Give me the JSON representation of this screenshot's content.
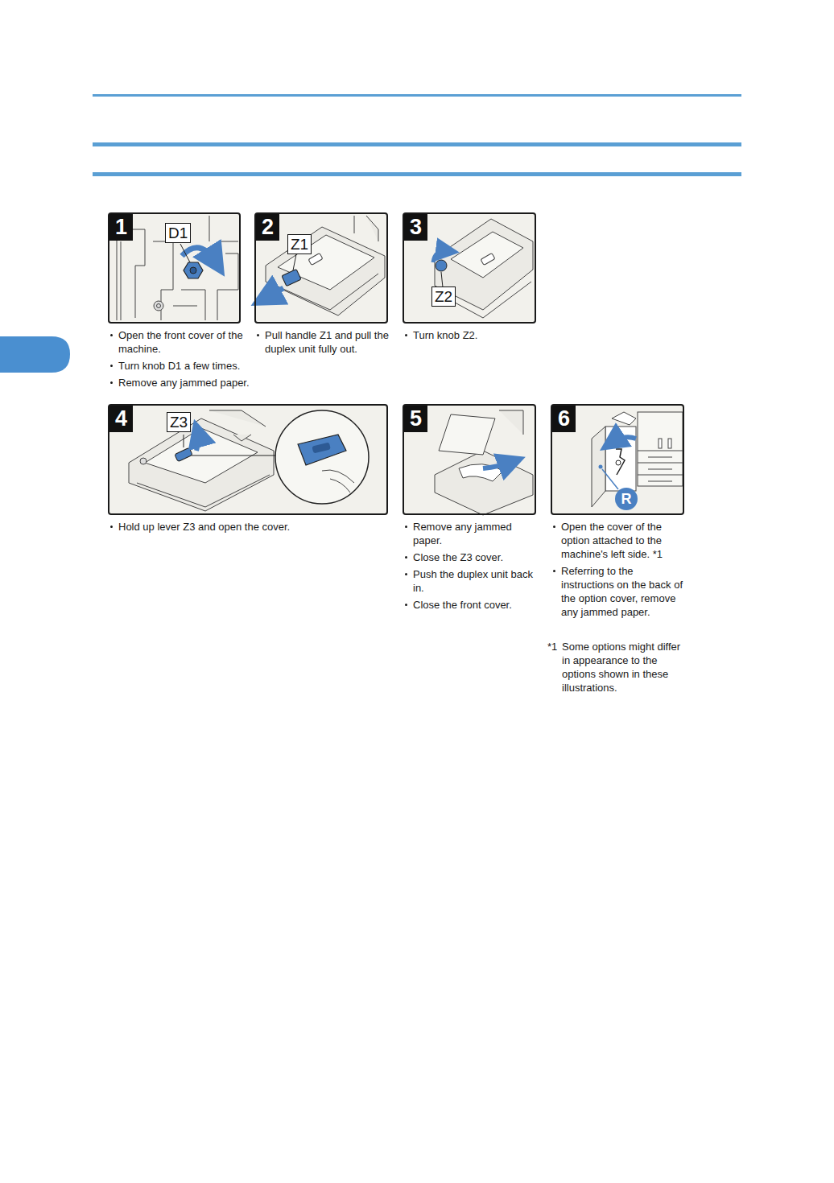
{
  "diagram": {
    "nodes": [
      {
        "text": [
          "Open the front cover of the machine.",
          "Turn knob D1 a few times.",
          "Remove any jammed paper."
        ]
      },
      {
        "text": [
          "1"
        ],
        "in": 0
      },
      {
        "text": [
          "D1"
        ],
        "in": 0
      },
      {
        "text": [
          "Pull handle Z1 and pull the duplex unit fully out."
        ]
      },
      {
        "text": [
          "2"
        ],
        "in": 3
      },
      {
        "text": [
          "Z1"
        ],
        "in": 3
      },
      {
        "text": [
          "Turn knob Z2."
        ]
      },
      {
        "text": [
          "3"
        ],
        "in": 6
      },
      {
        "text": [
          "Z2"
        ],
        "in": 6
      },
      {
        "text": [
          "Hold up lever Z3 and open the cover."
        ]
      },
      {
        "text": [
          "4"
        ],
        "in": 9
      },
      {
        "text": [
          "Z3"
        ],
        "in": 9
      },
      {
        "text": [
          "Remove any jammed paper.",
          "Close the Z3 cover.",
          "Push the duplex unit back in.",
          "Close the front cover."
        ]
      },
      {
        "text": [
          "5"
        ],
        "in": 12
      },
      {
        "text": [
          "Open the cover of the option attached to the machine's left side. *1",
          "Referring to the instructions on the back of the option cover, remove any jammed paper."
        ]
      },
      {
        "text": [
          "6"
        ],
        "in": 14
      },
      {
        "text": [
          "R"
        ],
        "in": 14
      }
    ],
    "labels": [
      "*1",
      "Some options might differ in appearance to the options shown in these illustrations."
    ]
  }
}
